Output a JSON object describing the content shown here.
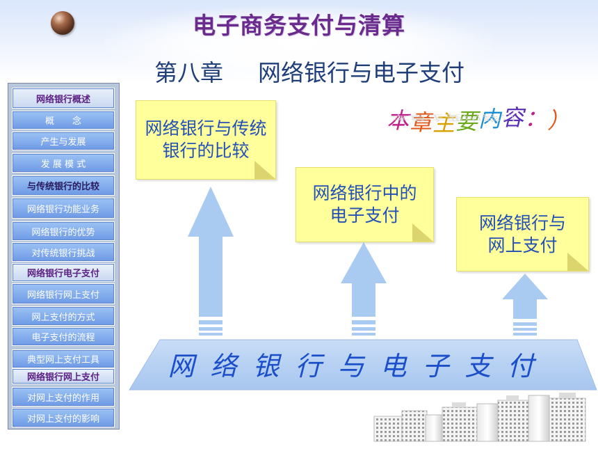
{
  "header": {
    "title": "电子商务支付与清算",
    "chapter": "第八章",
    "chapter_title": "网络银行与电子支付"
  },
  "sidebar": {
    "items": [
      {
        "label": "网络银行概述",
        "state": "active"
      },
      {
        "label": "概　　念",
        "state": "normal"
      },
      {
        "label": "产生与发展",
        "state": "normal"
      },
      {
        "label": "发 展 模 式",
        "state": "normal"
      },
      {
        "label": "与传统银行的比较",
        "state": "bold"
      },
      {
        "label": "网络银行功能业务",
        "state": "normal"
      },
      {
        "label": "网络银行的优势",
        "state": "normal"
      },
      {
        "label": "对传统银行挑战",
        "state": "normal"
      },
      {
        "label": "网络银行电子支付",
        "state": "active"
      },
      {
        "label": "网络银行网上支付",
        "state": "normal"
      },
      {
        "label": "网上支付的方式",
        "state": "normal"
      },
      {
        "label": "电子支付的流程",
        "state": "normal"
      },
      {
        "label": "典型网上支付工具",
        "state": "normal"
      },
      {
        "label": "网络银行网上支付",
        "state": "active"
      },
      {
        "label": "对网上支付的作用",
        "state": "normal"
      },
      {
        "label": "对网上支付的影响",
        "state": "normal"
      }
    ]
  },
  "notes": {
    "note1": {
      "line1": "网络银行与传统",
      "line2": "银行的比较"
    },
    "note2": {
      "line1": "网络银行中的",
      "line2": "电子支付"
    },
    "note3": {
      "line1": "网络银行与",
      "line2": "网上支付"
    }
  },
  "wordart": {
    "text": "本章主要内容：）",
    "colors": [
      "#c0208a",
      "#e05a1e",
      "#d9a100",
      "#6aa81c",
      "#1d8fd0",
      "#5a2fb8",
      "#c0208a",
      "#e05a1e"
    ]
  },
  "base": {
    "text": "网络银行与电子支付"
  },
  "colors": {
    "title": "#6b2a8e",
    "subtitle": "#1f3e7a",
    "note_text": "#2350b4",
    "note_bg": "#ffff9c",
    "arrow": "#a9cbf2",
    "base_text": "#1b4fc9"
  }
}
